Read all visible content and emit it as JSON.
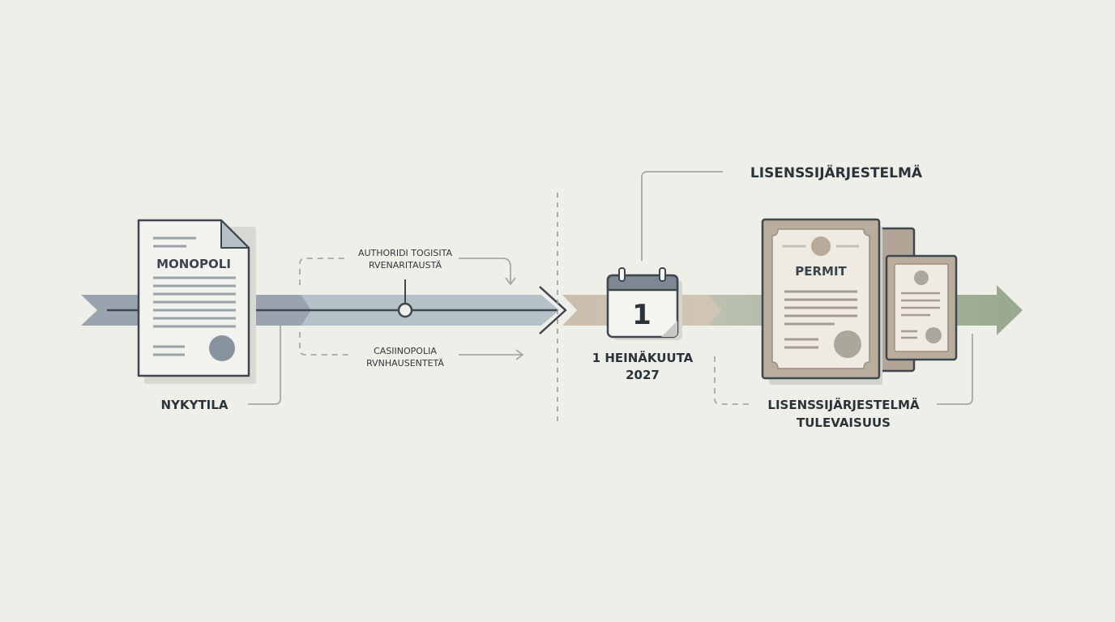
{
  "current_state": {
    "document_label": "MONOPOLI",
    "caption": "NYKYTILA"
  },
  "transition": {
    "upper_note_line1": "AUTHORIDI TOGISITA",
    "upper_note_line2": "RVENARITAUSTÄ",
    "lower_note_line1": "CASIINOPOLIA",
    "lower_note_line2": "RVNHAUSENTETÄ"
  },
  "milestone": {
    "calendar_day": "1",
    "date_line1": "1 HEINÄKUUTA",
    "date_line2": "2027"
  },
  "future_state": {
    "title": "LISENSSIJÄRJESTELMÄ",
    "permit_label": "PERMIT",
    "caption_line1": "LISENSSIJÄRJESTELMÄ",
    "caption_line2": "TULEVAISUUS"
  },
  "colors": {
    "background": "#efefe9",
    "arrow_slate": "#8e9aa6",
    "arrow_steel": "#aab8c3",
    "arrow_tan": "#c6b8a6",
    "arrow_sage": "#a9b79c",
    "outline": "#3e474f",
    "permit_frame": "#b9ad9e",
    "permit_paper": "#efebe3",
    "seal": "#a5a698"
  }
}
